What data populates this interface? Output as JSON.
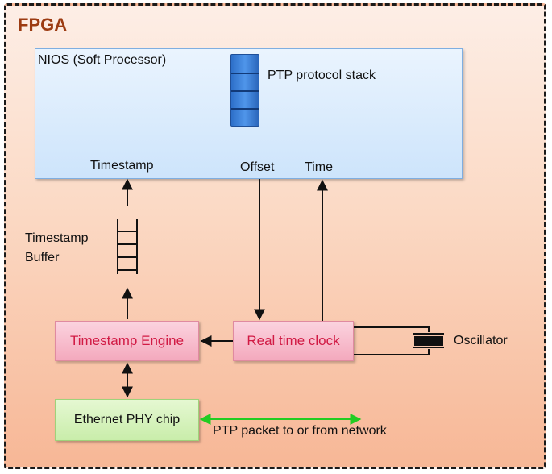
{
  "fpga": {
    "title": "FPGA"
  },
  "nios": {
    "title": "NIOS (Soft Processor)",
    "stack_label": "PTP protocol stack",
    "timestamp_label": "Timestamp",
    "offset_label": "Offset",
    "time_label": "Time"
  },
  "buffer": {
    "label_line1": "Timestamp",
    "label_line2": "Buffer"
  },
  "timestamp_engine": {
    "label": "Timestamp Engine"
  },
  "real_time_clock": {
    "label": "Real time clock"
  },
  "oscillator": {
    "label": "Oscillator"
  },
  "ethernet_phy": {
    "label": "Ethernet PHY chip"
  },
  "network_link": {
    "label": "PTP packet to or from network"
  },
  "colors": {
    "fpga_title": "#9c3b12",
    "pink_text": "#d11a44",
    "network_arrow": "#22cc22",
    "stack_blue": "#2d6fc8"
  }
}
